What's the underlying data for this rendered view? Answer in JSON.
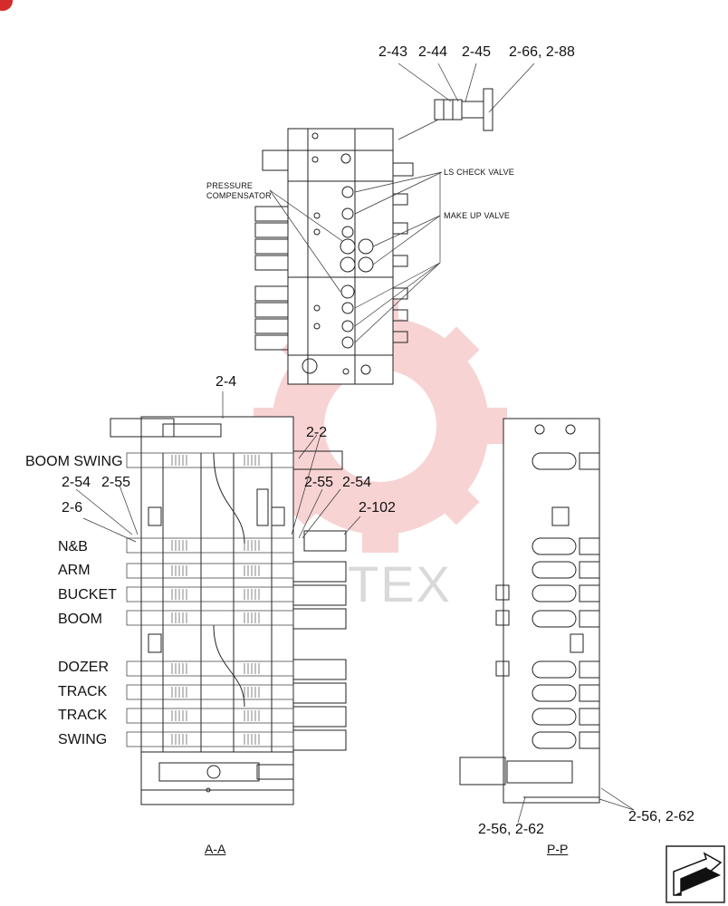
{
  "watermark": {
    "text": "TEX",
    "color": "#e23b3b"
  },
  "top_view": {
    "callouts": [
      "2-43",
      "2-44",
      "2-45",
      "2-66, 2-88"
    ],
    "notes": {
      "ls_check_valve": "LS CHECK VALVE",
      "pressure_compensator_line1": "PRESSURE",
      "pressure_compensator_line2": "COMPENSATOR",
      "make_up_valve": "MAKE UP VALVE"
    }
  },
  "section_aa": {
    "callouts": {
      "c_2_4": "2-4",
      "c_2_2": "2-2",
      "c_2_54_left": "2-54",
      "c_2_55_left": "2-55",
      "c_2_6": "2-6",
      "c_2_55_right": "2-55",
      "c_2_54_right": "2-54",
      "c_2_102": "2-102"
    },
    "spool_labels": [
      "BOOM SWING",
      "N&B",
      "ARM",
      "BUCKET",
      "BOOM",
      "DOZER",
      "TRACK",
      "TRACK",
      "SWING"
    ],
    "view_label": "A-A"
  },
  "section_pp": {
    "callouts": {
      "left": "2-56, 2-62",
      "right": "2-56, 2-62"
    },
    "view_label": "P-P"
  },
  "icons": {
    "badge": "corner-badge-icon",
    "nav": "next-page-arrow-icon"
  }
}
